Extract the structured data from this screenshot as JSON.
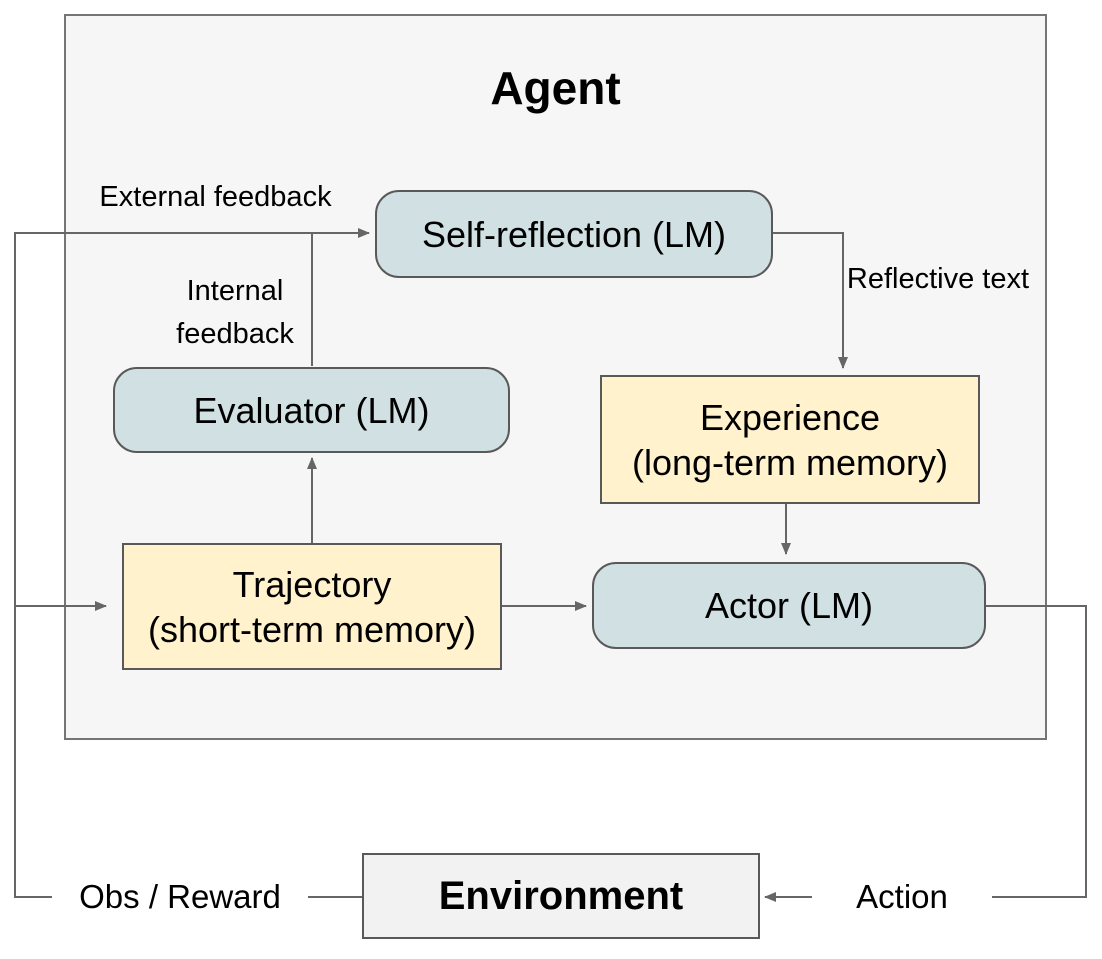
{
  "diagram": {
    "agent": {
      "title": "Agent"
    },
    "nodes": {
      "self_reflection": {
        "label": "Self-reflection (LM)"
      },
      "evaluator": {
        "label": "Evaluator (LM)"
      },
      "experience": {
        "label": "Experience",
        "sublabel": "(long-term memory)"
      },
      "trajectory": {
        "label": "Trajectory",
        "sublabel": "(short-term memory)"
      },
      "actor": {
        "label": "Actor (LM)"
      },
      "environment": {
        "label": "Environment"
      }
    },
    "edge_labels": {
      "external_feedback": "External feedback",
      "internal_feedback": "Internal feedback",
      "reflective_text": "Reflective text",
      "obs_reward": "Obs / Reward",
      "action": "Action"
    },
    "edges": [
      {
        "from": "environment",
        "to": "self_reflection",
        "label": "External feedback"
      },
      {
        "from": "evaluator",
        "to": "self_reflection",
        "label": "Internal feedback"
      },
      {
        "from": "self_reflection",
        "to": "experience",
        "label": "Reflective text"
      },
      {
        "from": "environment",
        "to": "trajectory",
        "label": "Obs / Reward"
      },
      {
        "from": "trajectory",
        "to": "evaluator",
        "label": ""
      },
      {
        "from": "trajectory",
        "to": "actor",
        "label": ""
      },
      {
        "from": "experience",
        "to": "actor",
        "label": ""
      },
      {
        "from": "actor",
        "to": "environment",
        "label": "Action"
      }
    ],
    "colors": {
      "lm_node_fill": "#d0e0e3",
      "memory_node_fill": "#fff2cc",
      "environment_fill": "#f2f2f2",
      "agent_fill": "#f6f6f6",
      "agent_border": "#757575",
      "node_border": "#595959",
      "line": "#666666"
    }
  }
}
